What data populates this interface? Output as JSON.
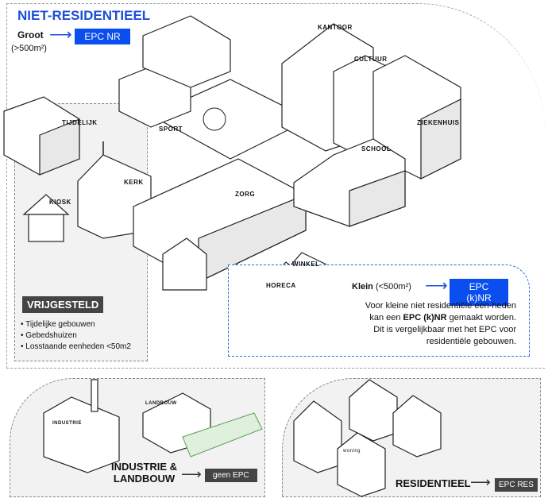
{
  "header": {
    "title": "NIET-RESIDENTIEEL",
    "groot_label": "Groot",
    "groot_size": "(>500m²)",
    "groot_badge": "EPC NR"
  },
  "buildings": {
    "tijdelijk": "TIJDELIJK",
    "kiosk": "KIOSK",
    "kerk": "KERK",
    "sport": "SPORT",
    "zorg": "ZORG",
    "kantoor": "KANTOOR",
    "cultuur": "CULTUUR",
    "ziekenhuis": "ZIEKENHUIS",
    "school": "SCHOOL",
    "winkel": "WINKEL",
    "horeca": "HORECA",
    "industrie": "INDUSTRIE",
    "landbouw": "LANDBOUW",
    "woning": "woning"
  },
  "vrijgesteld": {
    "title": "VRIJGESTELD",
    "items": [
      "Tijdelijke gebouwen",
      "Gebedshuizen",
      "Losstaande eenheden <50m2"
    ]
  },
  "klein": {
    "label": "Klein",
    "size": "(<500m²)",
    "badge": "EPC (k)NR",
    "text_1": "Voor kleine niet residentiële een-heden kan een ",
    "text_bold": "EPC (k)NR",
    "text_2": " gemaakt worden. Dit is vergelijkbaar met het EPC voor residentiële gebouwen."
  },
  "industrie": {
    "title_1": "INDUSTRIE &",
    "title_2": "LANDBOUW",
    "badge": "geen EPC"
  },
  "residentieel": {
    "title": "RESIDENTIEEL",
    "badge": "EPC RES"
  },
  "colors": {
    "accent": "#0a4ef0",
    "dark": "#444444",
    "zone": "#f2f2f2"
  }
}
